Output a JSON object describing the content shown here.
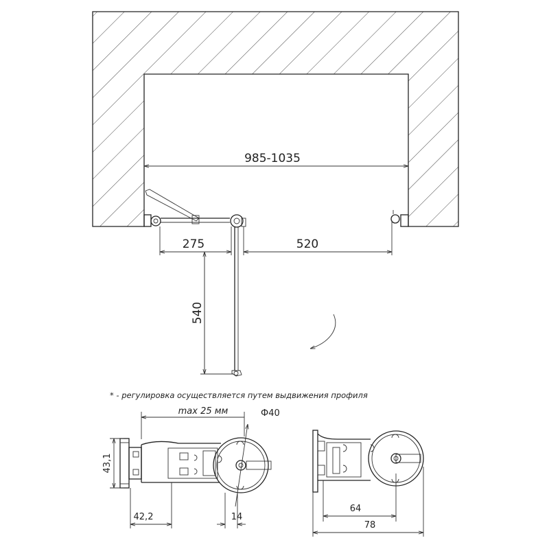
{
  "plan": {
    "width_label": "985-1035",
    "fixed_panel_label": "275",
    "door_width_label": "520",
    "door_depth_label": "540"
  },
  "note": "* - регулировка осуществляется путем выдвижения профиля",
  "profile_left": {
    "max_label": "max 25 мм",
    "diameter_label": "Ф40",
    "height_label": "43,1",
    "width_label": "42,2",
    "gap_label": "14"
  },
  "profile_right": {
    "inner_label": "64",
    "outer_label": "78"
  }
}
